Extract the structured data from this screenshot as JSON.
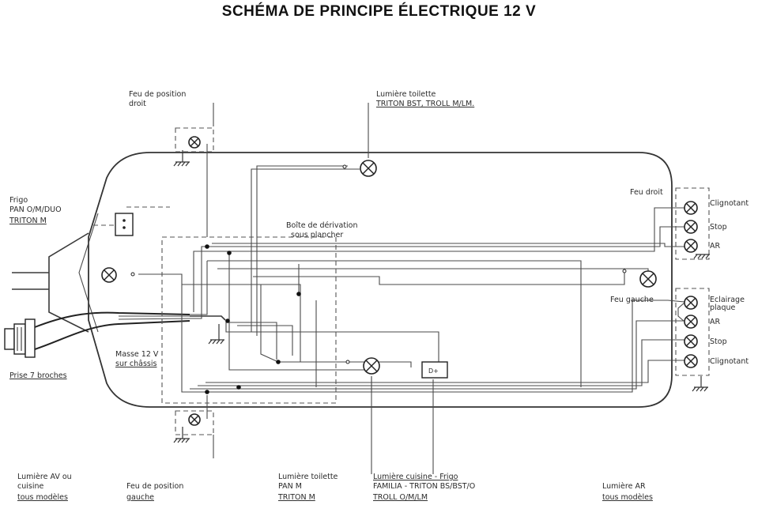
{
  "title": "SCHÉMA DE PRINCIPE ÉLECTRIQUE 12 V",
  "labels": {
    "feu_position_droit": [
      "Feu de position",
      "droit"
    ],
    "lumiere_toilette_top": [
      "Lumière toilette",
      "TRITON BST, TROLL M/LM."
    ],
    "frigo_left": [
      "Frigo",
      "PAN O/M/DUO",
      "TRITON M"
    ],
    "boite_derivation": [
      "Boîte de dérivation",
      "sous plancher"
    ],
    "feu_droit": "Feu droit",
    "clignotant_1": "Clignotant",
    "stop_1": "Stop",
    "ar_1": "AR",
    "feu_gauche": "Feu gauche",
    "eclairage_plaque": [
      "Eclairage",
      "plaque"
    ],
    "ar_2": "AR",
    "stop_2": "Stop",
    "clignotant_2": "Clignotant",
    "masse": [
      "Masse 12 V",
      "sur châssis"
    ],
    "prise": "Prise 7 broches",
    "lumiere_av": [
      "Lumière AV ou",
      "cuisine",
      "tous modèles"
    ],
    "feu_position_gauche": [
      "Feu de position",
      "gauche"
    ],
    "lumiere_toilette_bottom": [
      "Lumière toilette",
      "PAN M",
      "TRITON M"
    ],
    "lumiere_cuisine": [
      "Lumière cuisine - Frigo",
      "FAMILIA - TRITON BS/BST/O",
      "TROLL O/M/LM"
    ],
    "lumiere_ar": [
      "Lumière AR",
      "tous modèles"
    ]
  }
}
